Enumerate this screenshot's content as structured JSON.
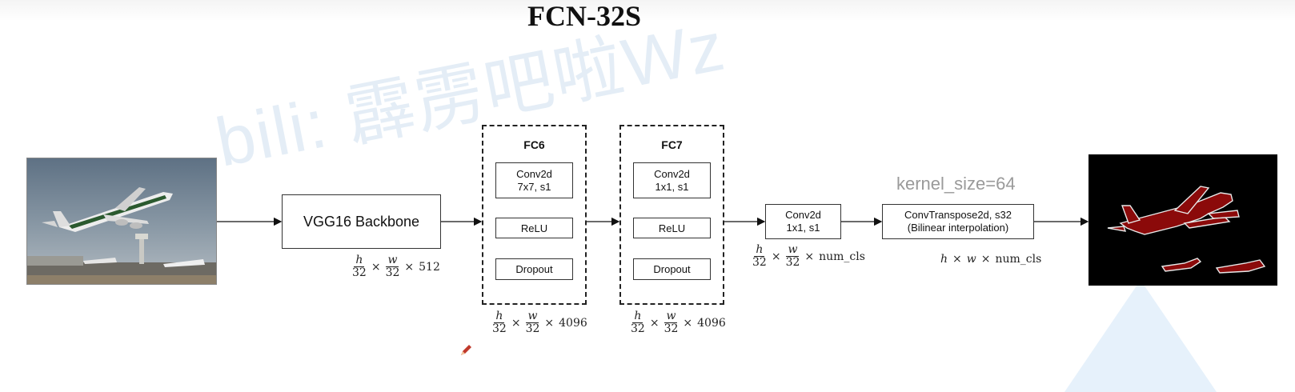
{
  "title": "FCN-32S",
  "watermark": "bili: 霹雳吧啦Wz",
  "nodes": {
    "backbone": "VGG16 Backbone",
    "fc6": {
      "title": "FC6",
      "conv": "Conv2d\n7x7, s1",
      "relu": "ReLU",
      "dropout": "Dropout"
    },
    "fc7": {
      "title": "FC7",
      "conv": "Conv2d\n1x1, s1",
      "relu": "ReLU",
      "dropout": "Dropout"
    },
    "conv_cls": "Conv2d\n1x1, s1",
    "deconv": "ConvTranspose2d, s32\n(Bilinear interpolation)",
    "kernel_note": "kernel_size=64"
  },
  "dims": {
    "backbone": {
      "num1": "h",
      "den1": "32",
      "num2": "w",
      "den2": "32",
      "channels": "512"
    },
    "fc6": {
      "num1": "h",
      "den1": "32",
      "num2": "w",
      "den2": "32",
      "channels": "4096"
    },
    "fc7": {
      "num1": "h",
      "den1": "32",
      "num2": "w",
      "den2": "32",
      "channels": "4096"
    },
    "conv_cls": {
      "num1": "h",
      "den1": "32",
      "num2": "w",
      "den2": "32",
      "channels": "num_cls"
    },
    "output": {
      "h": "h",
      "w": "w",
      "channels": "num_cls"
    }
  },
  "times_symbol": "×",
  "colors": {
    "mask_fill": "#8b0a0a",
    "mask_bg": "#000000",
    "watermark": "#cfe0ef"
  },
  "images": {
    "input": "airplane-takeoff-photo",
    "output": "segmentation-mask"
  }
}
